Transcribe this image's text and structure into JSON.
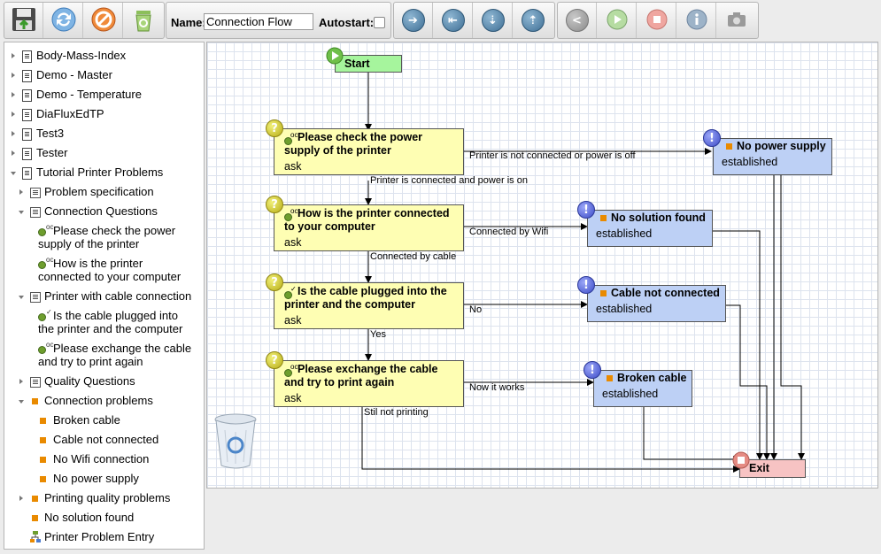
{
  "toolbar": {
    "file_buttons": [
      {
        "icon": "save-icon"
      },
      {
        "icon": "refresh-icon"
      },
      {
        "icon": "delete-icon"
      },
      {
        "icon": "recycle-icon"
      }
    ],
    "name_label": "Name:",
    "name_value": "Connection Flow",
    "autostart_label": "Autostart:",
    "autostart_checked": false,
    "nav_buttons": [
      {
        "icon": "go-right-icon"
      },
      {
        "icon": "go-left-icon"
      },
      {
        "icon": "go-down-icon"
      },
      {
        "icon": "go-up-icon"
      }
    ],
    "run_buttons": [
      {
        "icon": "share-icon"
      },
      {
        "icon": "play-icon"
      },
      {
        "icon": "stop-icon"
      },
      {
        "icon": "info-icon"
      },
      {
        "icon": "camera-icon"
      }
    ]
  },
  "tree": {
    "items": [
      {
        "label": "Body-Mass-Index",
        "level": 0,
        "icon": "document-icon",
        "expander": "right"
      },
      {
        "label": "Demo - Master",
        "level": 0,
        "icon": "document-icon",
        "expander": "right"
      },
      {
        "label": "Demo - Temperature",
        "level": 0,
        "icon": "document-icon",
        "expander": "right"
      },
      {
        "label": "DiaFluxEdTP",
        "level": 0,
        "icon": "document-icon",
        "expander": "right"
      },
      {
        "label": "Test3",
        "level": 0,
        "icon": "document-icon",
        "expander": "right"
      },
      {
        "label": "Tester",
        "level": 0,
        "icon": "document-icon",
        "expander": "right"
      },
      {
        "label": "Tutorial Printer Problems",
        "level": 0,
        "icon": "document-icon",
        "expander": "down"
      },
      {
        "label": "Problem specification",
        "level": 1,
        "icon": "questionnaire-icon",
        "expander": "right"
      },
      {
        "label": "Connection Questions",
        "level": 1,
        "icon": "questionnaire-icon",
        "expander": "down"
      },
      {
        "label": "Please check the power",
        "label2": "supply of the printer",
        "level": 2,
        "icon": "question-oc-icon",
        "expander": "none"
      },
      {
        "label": "How is the printer",
        "label2": "connected to your computer",
        "level": 2,
        "icon": "question-oc-icon",
        "expander": "none"
      },
      {
        "label": "Printer with cable connection",
        "level": 1,
        "icon": "questionnaire-icon",
        "expander": "down"
      },
      {
        "label": "Is the cable plugged into",
        "label2": "the printer and the computer",
        "level": 2,
        "icon": "question-yn-icon",
        "expander": "none"
      },
      {
        "label": "Please exchange the cable",
        "label2": "and try to print again",
        "level": 2,
        "icon": "question-oc-icon",
        "expander": "none"
      },
      {
        "label": "Quality Questions",
        "level": 1,
        "icon": "questionnaire-icon",
        "expander": "right"
      },
      {
        "label": "Connection problems",
        "level": 1,
        "icon": "solution-icon",
        "expander": "down"
      },
      {
        "label": "Broken cable",
        "level": 2,
        "icon": "solution-icon",
        "expander": "none"
      },
      {
        "label": "Cable not connected",
        "level": 2,
        "icon": "solution-icon",
        "expander": "none"
      },
      {
        "label": "No Wifi connection",
        "level": 2,
        "icon": "solution-icon",
        "expander": "none"
      },
      {
        "label": "No power supply",
        "level": 2,
        "icon": "solution-icon",
        "expander": "none"
      },
      {
        "label": "Printing quality problems",
        "level": 1,
        "icon": "solution-icon",
        "expander": "right"
      },
      {
        "label": "No solution found",
        "level": 1,
        "icon": "solution-icon",
        "expander": "none"
      },
      {
        "label": "Printer Problem Entry",
        "level": 1,
        "icon": "flowchart-icon",
        "expander": "none"
      }
    ]
  },
  "flow": {
    "start": "Start",
    "exit": "Exit",
    "questions": [
      {
        "line1": "Please check the power",
        "line2": "supply of the printer",
        "sub": "ask",
        "kind": "oc"
      },
      {
        "line1": "How is the printer connected",
        "line2": "to your computer",
        "sub": "ask",
        "kind": "oc"
      },
      {
        "line1": "Is the cable plugged into the",
        "line2": "printer and the computer",
        "sub": "ask",
        "kind": "yn"
      },
      {
        "line1": "Please exchange the cable",
        "line2": "and try to print again",
        "sub": "ask",
        "kind": "oc"
      }
    ],
    "solutions": [
      {
        "title": "No power supply",
        "sub": "established"
      },
      {
        "title": "No solution found",
        "sub": "established"
      },
      {
        "title": "Cable not connected",
        "sub": "established"
      },
      {
        "title": "Broken cable",
        "sub": "established"
      }
    ],
    "edge_labels": {
      "not_connected": "Printer is not connected or power is off",
      "connected_power": "Printer is connected and power is on",
      "wifi": "Connected by Wifi",
      "cable": "Connected by cable",
      "no": "No",
      "yes": "Yes",
      "now_works": "Now it works",
      "still_not": "Stil not printing"
    }
  },
  "colors": {
    "question_fill": "#fefeb3",
    "solution_fill": "#bdd0f5",
    "start_fill": "#a6f59d",
    "exit_fill": "#f7c3c3"
  }
}
